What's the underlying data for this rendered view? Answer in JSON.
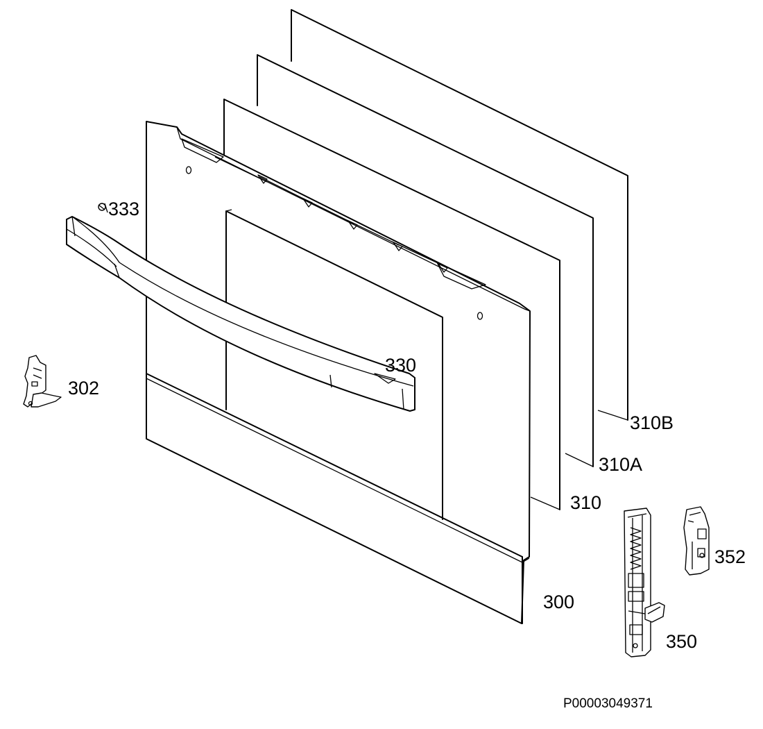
{
  "parts": {
    "p300": "300",
    "p302": "302",
    "p310": "310",
    "p310A": "310A",
    "p310B": "310B",
    "p330": "330",
    "p333": "333",
    "p350": "350",
    "p352": "352"
  },
  "drawing_ref": "P00003049371"
}
